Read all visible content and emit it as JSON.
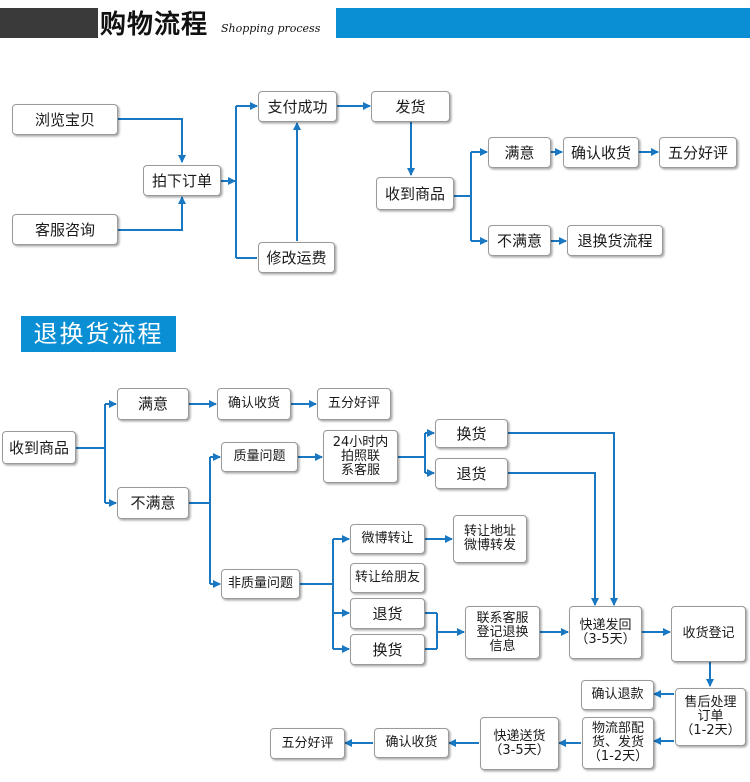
{
  "header": {
    "title": "购物流程",
    "subtitle": "Shopping process"
  },
  "section2": {
    "title": "退换货流程"
  },
  "shopping": {
    "browse": "浏览宝贝",
    "service": "客服咨询",
    "order": "拍下订单",
    "paid": "支付成功",
    "modify": "修改运费",
    "ship": "发货",
    "receive": "收到商品",
    "satisfied": "满意",
    "confirm": "确认收货",
    "five_star": "五分好评",
    "unsatisfied": "不满意",
    "return_flow": "退换货流程"
  },
  "returns": {
    "receive": "收到商品",
    "satisfied": "满意",
    "confirm": "确认收货",
    "five_star": "五分好评",
    "unsatisfied": "不满意",
    "quality": "质量问题",
    "contact24": "24小时内\n拍照联\n系客服",
    "exchange_a": "换货",
    "refund_a": "退货",
    "non_quality": "非质量问题",
    "weibo": "微博转让",
    "weibo_info": "转让地址\n微博转发",
    "friend": "转让给朋友",
    "refund_b": "退货",
    "exchange_b": "换货",
    "register": "联系客服\n登记退换\n信息",
    "express_back": "快递发回\n（3-5天）",
    "receipt_reg": "收货登记",
    "confirm_refund": "确认退款",
    "after_sale": "售后处理\n订单\n（1-2天）",
    "logistics": "物流部配\n货、发货\n（1-2天）",
    "express_out": "快递送货\n（3-5天）",
    "confirm2": "确认收货",
    "five_star2": "五分好评"
  }
}
